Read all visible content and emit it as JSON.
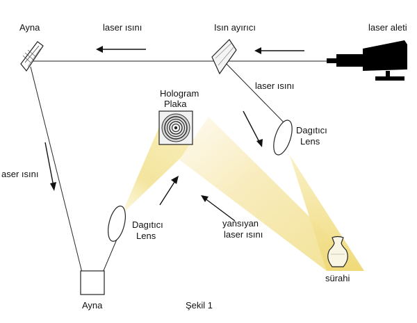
{
  "labels": {
    "ayna_top": "Ayna",
    "laser_isini_top": "laser ısını",
    "isin_ayirici": "Isın ayırıcı",
    "laser_aleti": "laser aleti",
    "laser_isini_right": "laser ısını",
    "hologram_l1": "Hologram",
    "hologram_l2": "Plaka",
    "dagitici_right_l1": "Dagıtıcı",
    "dagitici_right_l2": "Lens",
    "laser_isini_left": "aser ısını",
    "dagitici_left_l1": "Dagıtıcı",
    "dagitici_left_l2": "Lens",
    "yansiyan_l1": "yansıyan",
    "yansiyan_l2": "laser ısını",
    "surahi": "sürahi",
    "ayna_bottom": "Ayna",
    "caption": "Şekil 1"
  },
  "colors": {
    "beam": "#f3e49a",
    "ink": "#111111",
    "laser_device": "#000000"
  }
}
